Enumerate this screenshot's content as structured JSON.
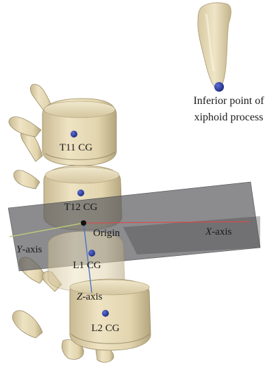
{
  "labels": {
    "xiphoid_line1": "Inferior point of",
    "xiphoid_line2": "xiphoid process",
    "t11": "T11 CG",
    "t12": "T12 CG",
    "l1": "L1 CG",
    "l2": "L2 CG",
    "origin": "Origin",
    "x_axis_italic": "X",
    "x_axis_rest": "-axis",
    "y_axis_italic": "Y",
    "y_axis_rest": "-axis",
    "z_axis_italic": "Z",
    "z_axis_rest": "-axis"
  },
  "colors": {
    "bone": "#e2d5ae",
    "bone_shadow": "#b6a780",
    "bone_dark": "#8f8260",
    "plane": "#5f6062",
    "marker": "#2a3a9c",
    "x_axis": "#d84a4a",
    "y_axis": "#b9c97a",
    "z_axis": "#4a73c8",
    "origin": "#111111"
  }
}
